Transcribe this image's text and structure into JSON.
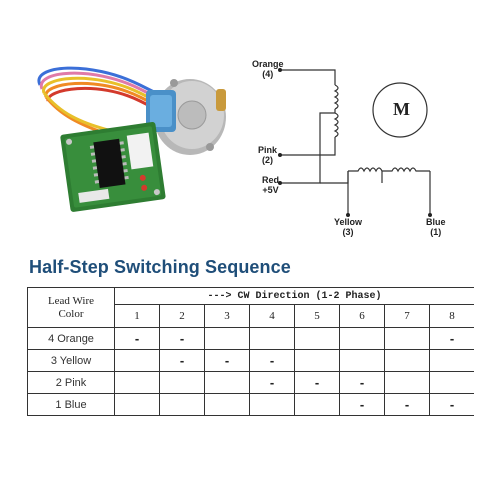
{
  "diagram": {
    "labels": {
      "orange": "Orange\n(4)",
      "pink": "Pink\n(2)",
      "red": "Red\n+5V",
      "yellow": "Yellow\n(3)",
      "blue": "Blue\n(1)",
      "motor": "M"
    }
  },
  "title": "Half-Step Switching Sequence",
  "table": {
    "corner_header": "Lead Wire\nColor",
    "direction_header": "---> CW Direction (1-2 Phase)",
    "steps": [
      "1",
      "2",
      "3",
      "4",
      "5",
      "6",
      "7",
      "8"
    ],
    "rows": [
      {
        "label": "4 Orange",
        "cells": [
          "-",
          "-",
          "",
          "",
          "",
          "",
          "",
          "-"
        ]
      },
      {
        "label": "3 Yellow",
        "cells": [
          "",
          "-",
          "-",
          "-",
          "",
          "",
          "",
          ""
        ]
      },
      {
        "label": "2 Pink",
        "cells": [
          "",
          "",
          "",
          "-",
          "-",
          "-",
          "",
          ""
        ]
      },
      {
        "label": "1 Blue",
        "cells": [
          "",
          "",
          "",
          "",
          "",
          "-",
          "-",
          "-"
        ]
      }
    ]
  },
  "colors": {
    "title": "#1f4e79",
    "pcb": "#2e7d32",
    "motor_housing": "#c9c9c9",
    "motor_cap": "#4a90c8",
    "wire_blue": "#3b6fd8",
    "wire_pink": "#e07aa8",
    "wire_yellow": "#e8c02a",
    "wire_orange": "#f08a24",
    "wire_red": "#d33a2c"
  }
}
